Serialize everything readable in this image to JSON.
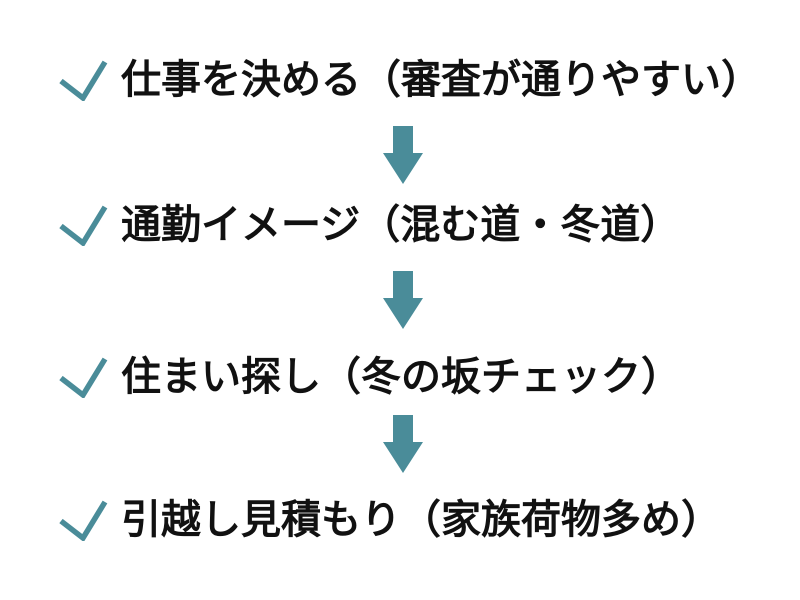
{
  "page": {
    "background": "#ffffff",
    "accent_color": "#4A8C99",
    "text_color": "#111111"
  },
  "flow": {
    "type": "vertical-checklist-flow",
    "steps": [
      {
        "label": "仕事を決める（審査が通りやすい）"
      },
      {
        "label": "通勤イメージ（混む道・冬道）"
      },
      {
        "label": "住まい探し（冬の坂チェック）"
      },
      {
        "label": "引越し見積もり（家族荷物多め）"
      }
    ],
    "bullet_icon": "check-icon",
    "connector_icon": "arrow-down-icon"
  }
}
